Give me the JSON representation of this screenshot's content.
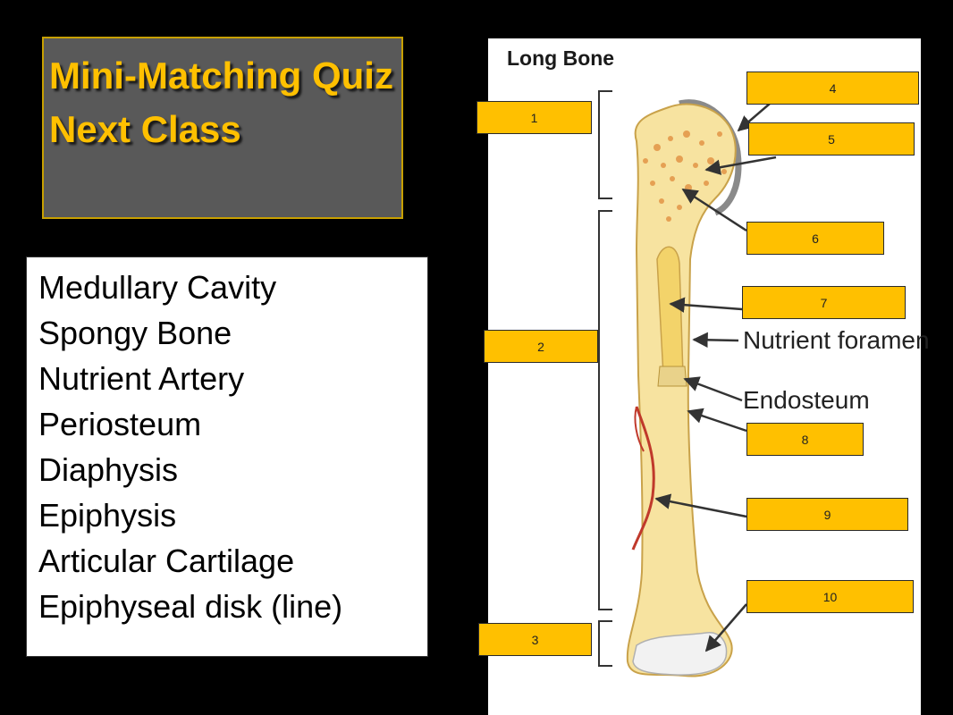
{
  "slide": {
    "title": "Mini-Matching Quiz Next Class",
    "terms": [
      "Medullary Cavity",
      "Spongy Bone",
      "Nutrient Artery",
      "Periosteum",
      "Diaphysis",
      "Epiphysis",
      "Articular Cartilage",
      "Epiphyseal disk (line)"
    ]
  },
  "diagram": {
    "title": "Long Bone",
    "callouts": {
      "nutrient_foramen": "Nutrient foramen",
      "endosteum": "Endosteum"
    },
    "labels": [
      "1",
      "2",
      "3",
      "4",
      "5",
      "6",
      "7",
      "8",
      "9",
      "10"
    ],
    "colors": {
      "label_fill": "#ffc000",
      "title_fill": "#595959",
      "title_text": "#ffc000",
      "bone": "#f7e3a0",
      "artery": "#c0392b"
    }
  }
}
